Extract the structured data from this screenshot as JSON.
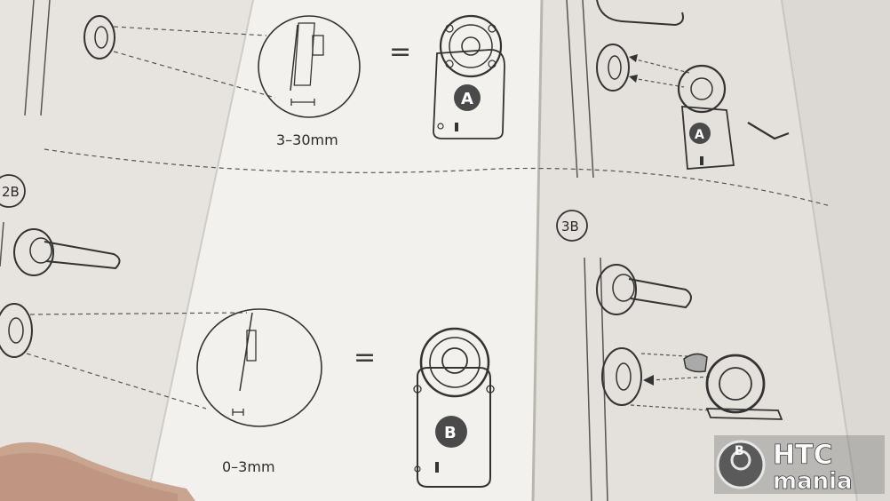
{
  "image": {
    "description_tags": [
      "instruction-leaflet",
      "door-lock",
      "cylinder-adapter"
    ]
  },
  "diagram": {
    "measure_top": "3–30mm",
    "measure_bottom": "0–3mm",
    "equals_sign": "=",
    "badge_a": "A",
    "badge_b": "B",
    "step_2b": "2B",
    "step_3b": "3B"
  },
  "watermark": {
    "word_1": "HTC",
    "word_2": "mania",
    "logo_letter": "B"
  },
  "colors": {
    "paper_left": "#ece9e4",
    "paper_center": "#f3f2ee",
    "paper_right": "#e3e0db",
    "ink": "#2e2e2e",
    "badge": "#4a4a4a",
    "finger": "#c9a48e"
  }
}
